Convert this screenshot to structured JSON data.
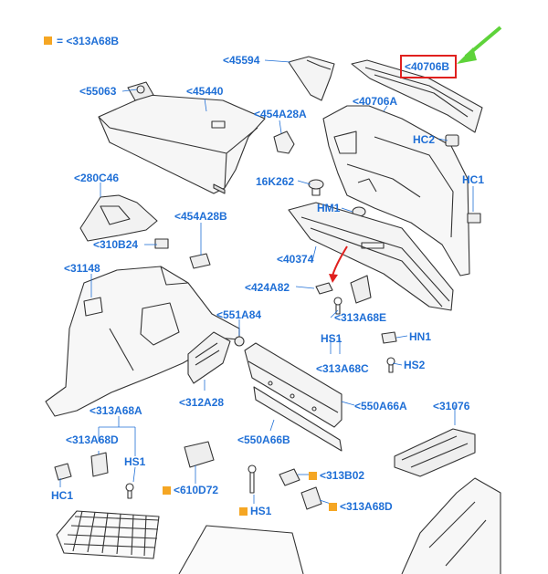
{
  "legend": {
    "marker_color": "#f5a623",
    "text": "= <313A68B"
  },
  "highlight": {
    "color": "#e0201e",
    "part": "<40706B",
    "arrow_color": "#5ed33a"
  },
  "label_color": "#1f6fd6",
  "labels": {
    "l45594": "<45594",
    "l40706B": "<40706B",
    "l55063": "<55063",
    "l45440": "<45440",
    "l454A28A": "<454A28A",
    "l40706A": "<40706A",
    "lHC2": "HC2",
    "l16K262": "16K262",
    "lHC1a": "HC1",
    "l280C46": "<280C46",
    "lHM1": "HM1",
    "l454A28B": "<454A28B",
    "l310B24": "<310B24",
    "l40374": "<40374",
    "l31148": "<31148",
    "l424A82": "<424A82",
    "l313A68E": "<313A68E",
    "l551A84": "<551A84",
    "lHN1": "HN1",
    "lHS1a": "HS1",
    "l313A68C": "<313A68C",
    "lHS2": "HS2",
    "l312A28": "<312A28",
    "l550A66A": "<550A66A",
    "l31076": "<31076",
    "l313A68A": "<313A68A",
    "l550A66B": "<550A66B",
    "l313A68D": "<313A68D",
    "lHS1b": "HS1",
    "l313B02": "<313B02",
    "lHC1b": "HC1",
    "l610D72": "<610D72",
    "l313A68D2": "<313A68D",
    "lHS1c": "HS1"
  }
}
